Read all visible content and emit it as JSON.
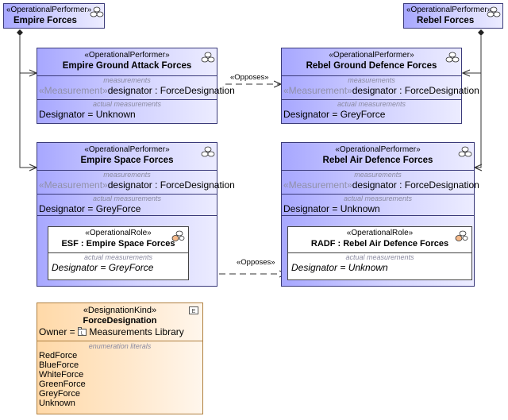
{
  "stereotypes": {
    "operational_performer": "«OperationalPerformer»",
    "operational_role": "«OperationalRole»",
    "designation_kind": "«DesignationKind»",
    "measurement": "«Measurement»",
    "opposes": "«Opposes»"
  },
  "headers": {
    "measurements": "measurements",
    "actual_measurements": "actual measurements",
    "enumeration_literals": "enumeration literals"
  },
  "top_left": {
    "name": "Empire Forces"
  },
  "top_right": {
    "name": "Rebel Forces"
  },
  "performers": {
    "empire_ground": {
      "name": "Empire Ground Attack Forces",
      "measurement": "designator : ForceDesignation",
      "actual": "Designator = Unknown"
    },
    "rebel_ground": {
      "name": "Rebel Ground Defence Forces",
      "measurement": "designator : ForceDesignation",
      "actual": "Designator = GreyForce"
    },
    "empire_space": {
      "name": "Empire Space Forces",
      "measurement": "designator : ForceDesignation",
      "actual": "Designator = GreyForce"
    },
    "rebel_air": {
      "name": "Rebel Air Defence Forces",
      "measurement": "designator : ForceDesignation",
      "actual": "Designator = Unknown"
    }
  },
  "roles": {
    "esf": {
      "name": "ESF : Empire Space Forces",
      "actual": "Designator = GreyForce"
    },
    "radf": {
      "name": "RADF : Rebel Air Defence Forces",
      "actual": "Designator = Unknown"
    }
  },
  "designation": {
    "name": "ForceDesignation",
    "owner_prefix": "Owner =",
    "owner_value": "Measurements Library",
    "literals": [
      "RedForce",
      "BlueForce",
      "WhiteForce",
      "GreenForce",
      "GreyForce",
      "Unknown"
    ]
  },
  "icons": [
    "operational-performer-icon",
    "operational-role-icon",
    "enumeration-icon",
    "package-icon"
  ],
  "colors": {
    "performer": "#a7a7ff",
    "designation_kind": "#ffd9a8",
    "border": "#3a3a7a"
  }
}
